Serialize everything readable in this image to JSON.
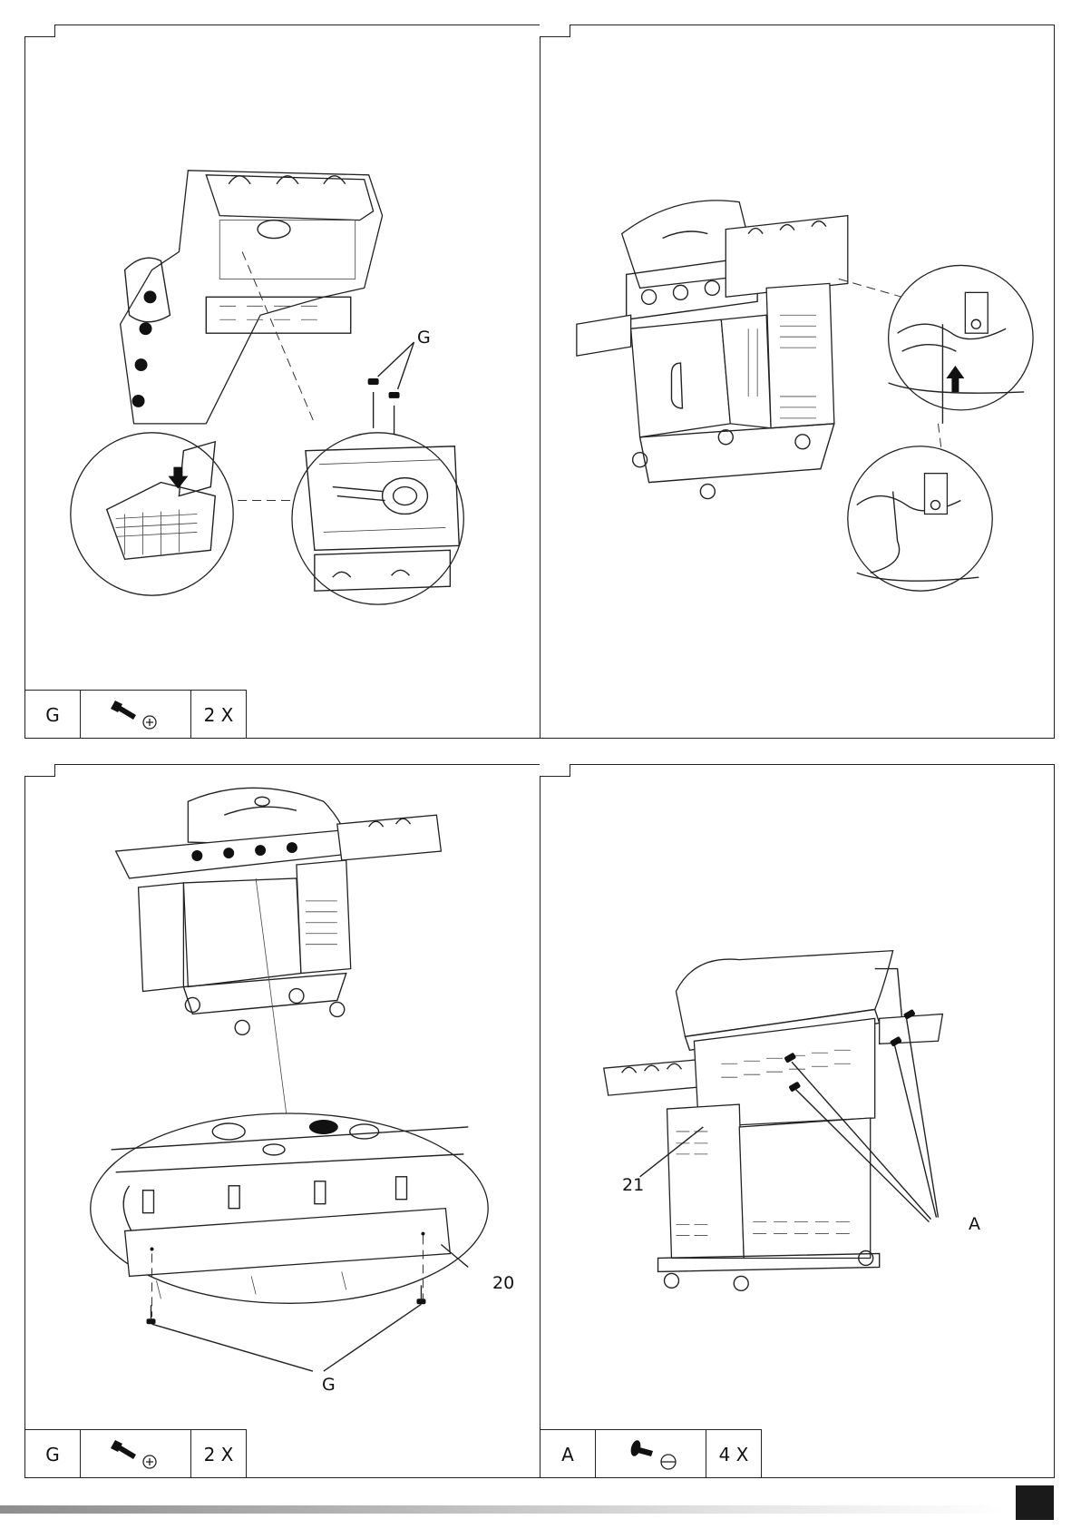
{
  "panels": [
    {
      "callouts": [
        "G"
      ],
      "parts": {
        "letter": "G",
        "icon": "phillips-screw-icon",
        "qty": "2 X"
      }
    },
    {
      "callouts": [],
      "parts": null
    },
    {
      "callouts": [
        "20",
        "G"
      ],
      "parts": {
        "letter": "G",
        "icon": "phillips-screw-icon",
        "qty": "2 X"
      }
    },
    {
      "callouts": [
        "21",
        "A"
      ],
      "parts": {
        "letter": "A",
        "icon": "slotted-screw-icon",
        "qty": "4 X"
      }
    }
  ],
  "colors": {
    "line": "#222222",
    "page_box": "#1a1a1a"
  }
}
